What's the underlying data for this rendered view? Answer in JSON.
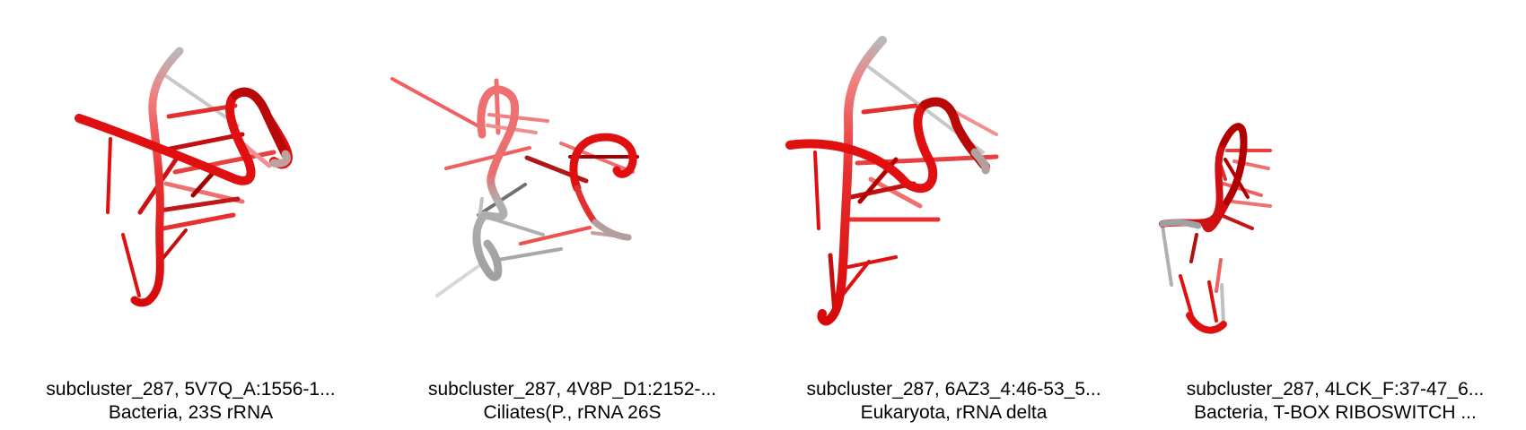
{
  "colors": {
    "strand_red": "#e01010",
    "strand_dark_red": "#b00000",
    "strand_pink": "#f07070",
    "strand_grey": "#a8a8a8",
    "strand_light_grey": "#d6d6d6",
    "background": "#ffffff"
  },
  "panels": [
    {
      "title": "subcluster_287, 5V7Q_A:1556-1...",
      "subtitle": "Bacteria, 23S rRNA"
    },
    {
      "title": "subcluster_287, 4V8P_D1:2152-...",
      "subtitle": "Ciliates(P., rRNA 26S"
    },
    {
      "title": "subcluster_287, 6AZ3_4:46-53_5...",
      "subtitle": "Eukaryota, rRNA delta"
    },
    {
      "title": "subcluster_287, 4LCK_F:37-47_6...",
      "subtitle": "Bacteria, T-BOX RIBOSWITCH ..."
    }
  ]
}
